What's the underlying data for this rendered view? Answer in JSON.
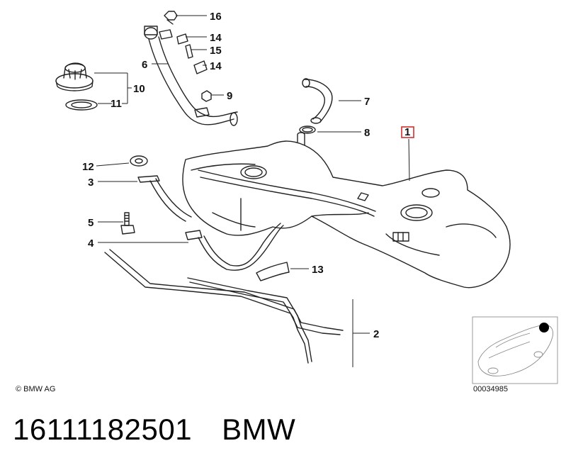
{
  "diagram": {
    "callouts": {
      "p1": "1",
      "p2": "2",
      "p3": "3",
      "p4": "4",
      "p5": "5",
      "p6": "6",
      "p7": "7",
      "p8": "8",
      "p9": "9",
      "p10": "10",
      "p11": "11",
      "p12": "12",
      "p13": "13",
      "p14a": "14",
      "p14b": "14",
      "p15": "15",
      "p16": "16"
    },
    "copyright": "© BMW AG",
    "image_number": "00034985",
    "highlight_color": "#d03030"
  },
  "footer": {
    "part_number": "16111182501",
    "brand": "BMW"
  }
}
